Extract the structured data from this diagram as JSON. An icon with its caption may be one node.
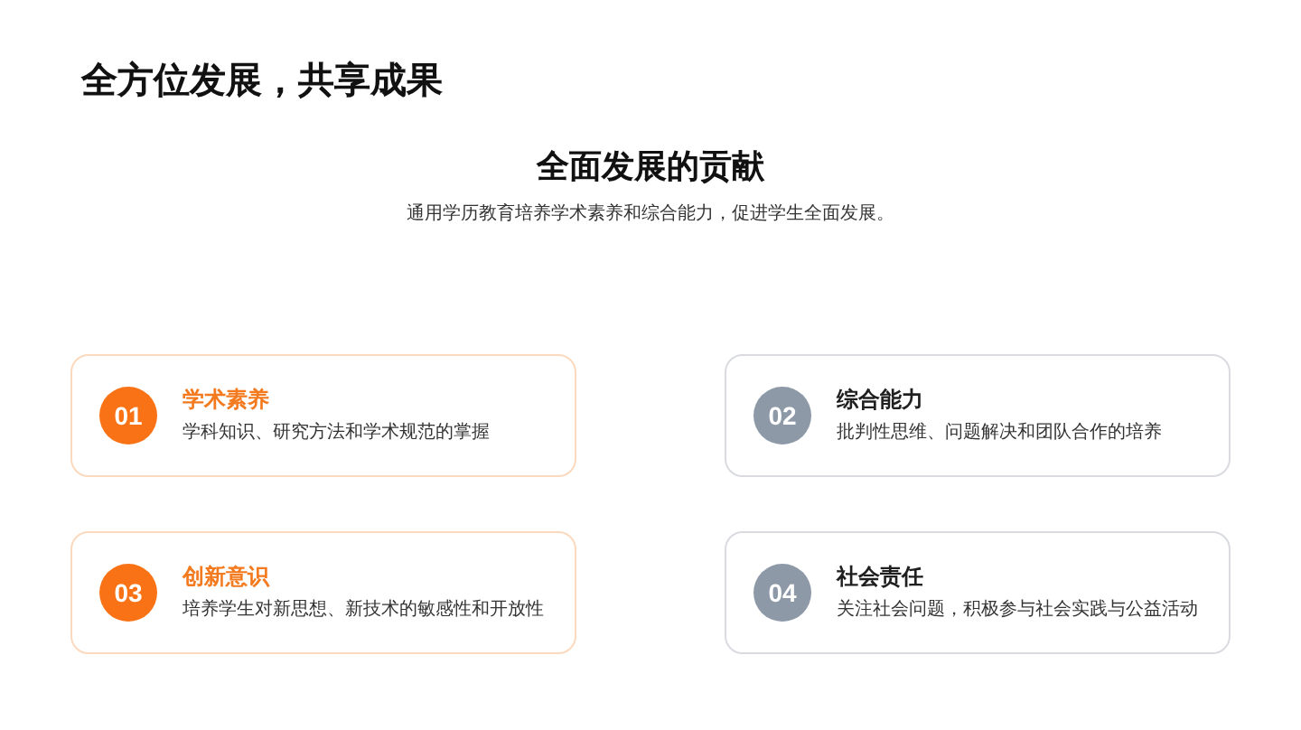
{
  "diagram": {
    "title": "全方位发展，共享成果",
    "nodes": [
      {
        "text": [
          "学术素养",
          "学科知识、研究方法和学术规范的掌握"
        ]
      },
      {
        "text": [
          "01"
        ],
        "in": 0
      },
      {
        "text": [
          "综合能力",
          "批判性思维、问题解决和团队合作的培养"
        ]
      },
      {
        "text": [
          "02"
        ],
        "in": 2
      },
      {
        "text": [
          "创新意识",
          "培养学生对新思想、新技术的敏感性和开放性"
        ]
      },
      {
        "text": [
          "03"
        ],
        "in": 4
      },
      {
        "text": [
          "社会责任",
          "关注社会问题，积极参与社会实践与公益活动"
        ]
      },
      {
        "text": [
          "04"
        ],
        "in": 6
      }
    ],
    "labels": [
      "全面发展的贡献",
      "通用学历教育培养学术素养和综合能力，促进学生全面发展。"
    ]
  }
}
